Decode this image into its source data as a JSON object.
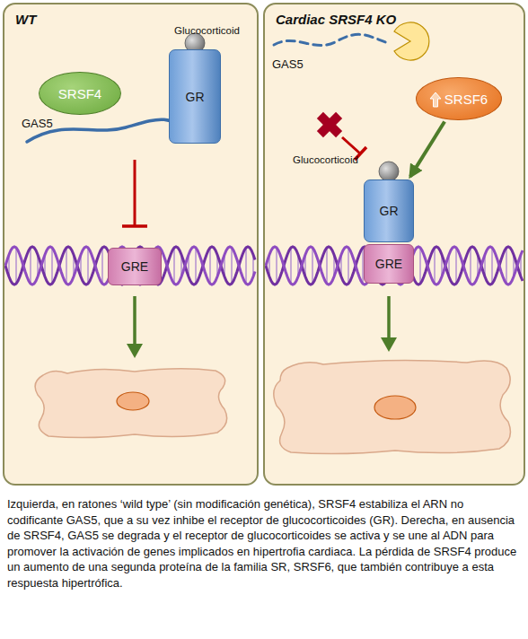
{
  "diagram": {
    "caption": "Izquierda, en ratones ‘wild type’ (sin modificación genética), SRSF4 estabiliza el ARN no codificante GAS5, que a su vez inhibe el receptor de glucocorticoides (GR). Derecha, en ausencia de SRSF4, GAS5 se degrada y el receptor de glucocorticoides se activa y se une al ADN para promover la activación de genes implicados en hipertrofia cardiaca. La pérdida de SRSF4 produce un aumento de una segunda proteína de la familia SR, SRSF6, que también contribuye a esta respuesta hipertrófica.",
    "nodes": [
      {
        "text": [
          "WT"
        ]
      },
      {
        "text": [
          "SRSF4"
        ],
        "in": 0
      },
      {
        "text": [
          "GR"
        ],
        "in": 0
      },
      {
        "text": [
          "GRE"
        ],
        "in": 0
      },
      {
        "text": [
          "Cardiac SRSF4 KO"
        ]
      },
      {
        "text": [
          "SRSF6"
        ],
        "in": 4
      },
      {
        "text": [
          "GR"
        ],
        "in": 4
      },
      {
        "text": [
          "GRE"
        ],
        "in": 4
      }
    ],
    "edges": [
      {
        "from": 5,
        "to": 6,
        "arrow": "to"
      }
    ],
    "labels": [
      "Glucocorticoid",
      "GAS5",
      "GAS5",
      "Glucocorticoid"
    ]
  }
}
